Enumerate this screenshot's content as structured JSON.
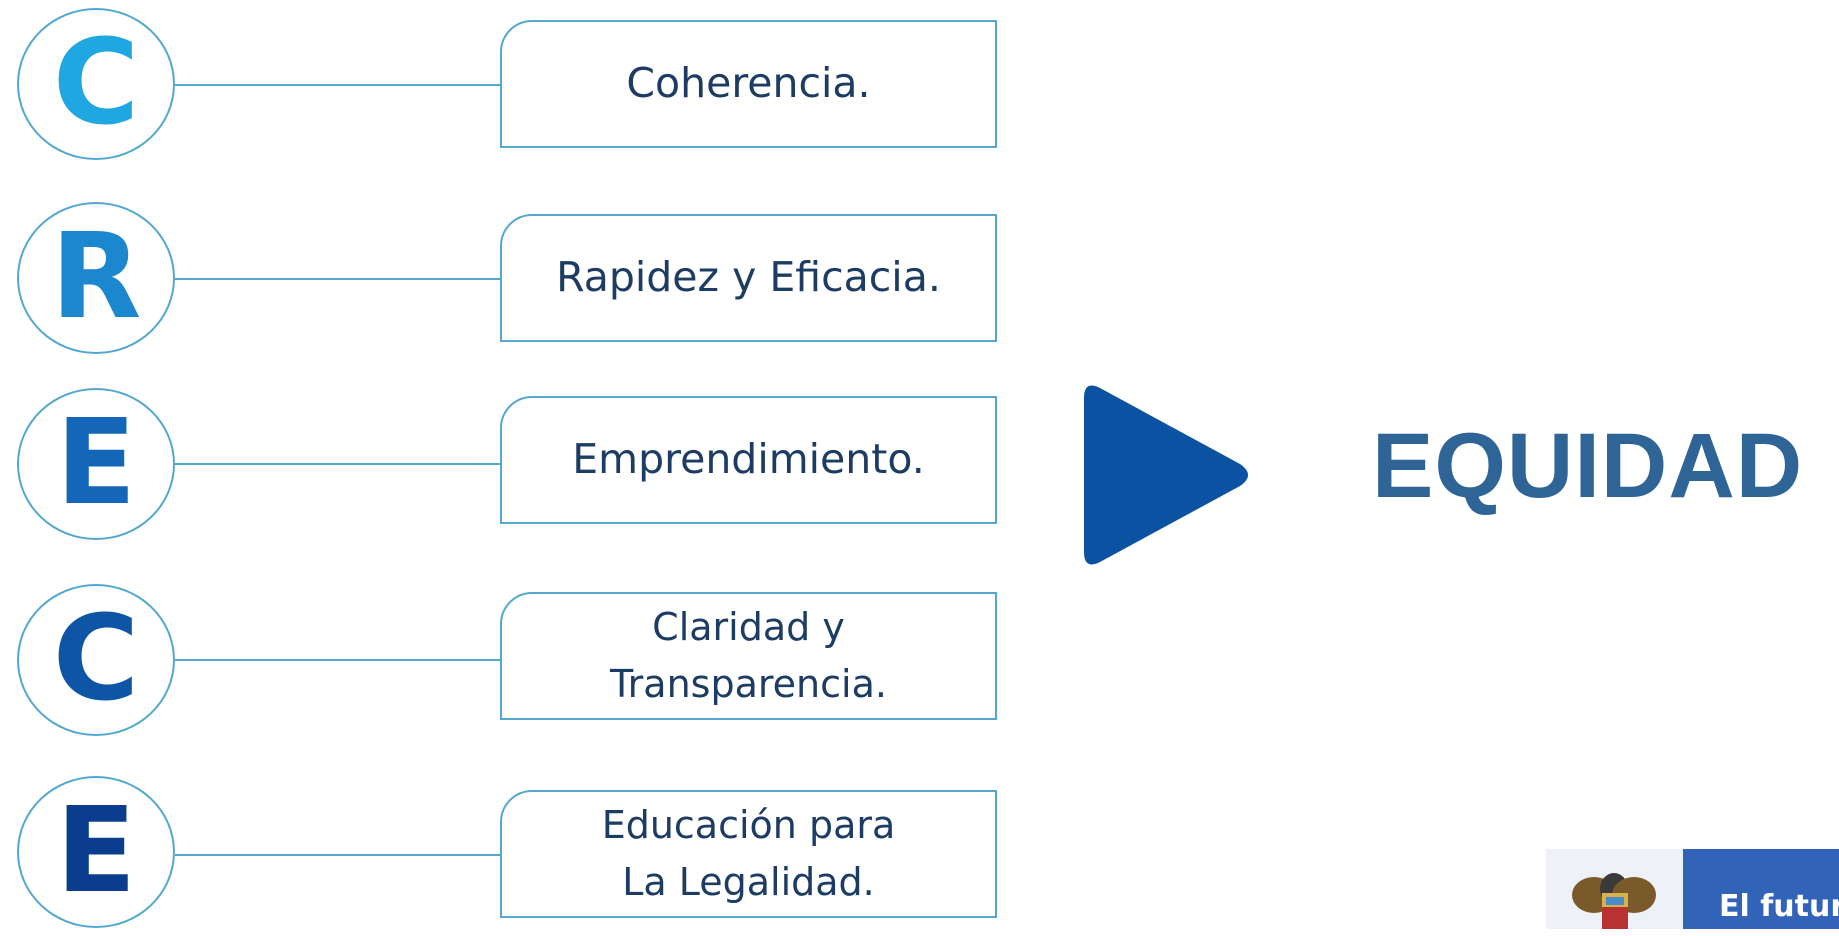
{
  "rows": [
    {
      "letter": "C",
      "letter_color": "#1ea7e1",
      "label": "Coherencia."
    },
    {
      "letter": "R",
      "letter_color": "#1b87cf",
      "label": "Rapidez y Eficacia."
    },
    {
      "letter": "E",
      "letter_color": "#1467b8",
      "label": "Emprendimiento."
    },
    {
      "letter": "C",
      "letter_color": "#0f55a6",
      "label": "Claridad y\nTransparencia."
    },
    {
      "letter": "E",
      "letter_color": "#0b3d8e",
      "label": "Educación para\nLa Legalidad."
    }
  ],
  "arrow_color": "#0c52a3",
  "result": "EQUIDAD",
  "result_color": "#2e6496",
  "footer": {
    "brand_text": "El futur",
    "brand_color": "#3163b8"
  },
  "icons": {
    "arrow": "play-arrow-icon",
    "seal": "coat-of-arms-icon"
  }
}
